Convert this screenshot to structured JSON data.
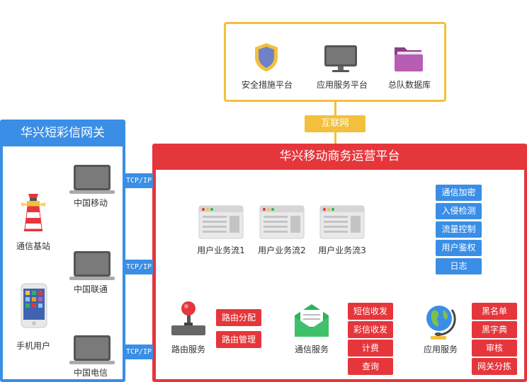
{
  "top": {
    "security": "安全措施平台",
    "app_service": "应用服务平台",
    "database": "总队数据库",
    "internet": "互联网"
  },
  "gateway": {
    "title": "华兴短彩信网关",
    "base_station": "通信基站",
    "mobile_user": "手机用户",
    "operators": [
      "中国移动",
      "中国联通",
      "中国电信"
    ],
    "tcp": "TCP/IP"
  },
  "platform": {
    "title": "华兴移动商务运营平台",
    "flows": [
      "用户业务流1",
      "用户业务流2",
      "用户业务流3"
    ],
    "security_items": [
      "通信加密",
      "入侵检测",
      "流量控制",
      "用户鉴权",
      "日志"
    ],
    "routing": {
      "label": "路由服务",
      "items": [
        "路由分配",
        "路由管理"
      ]
    },
    "comm": {
      "label": "通信服务",
      "items": [
        "短信收发",
        "彩信收发",
        "计费",
        "查询"
      ]
    },
    "app": {
      "label": "应用服务",
      "items": [
        "黑名单",
        "黑字典",
        "审核",
        "网关分拣"
      ]
    }
  },
  "colors": {
    "blue": "#3a8ee6",
    "red": "#e5363b",
    "yellow": "#f2c03c",
    "green": "#2db45b"
  }
}
